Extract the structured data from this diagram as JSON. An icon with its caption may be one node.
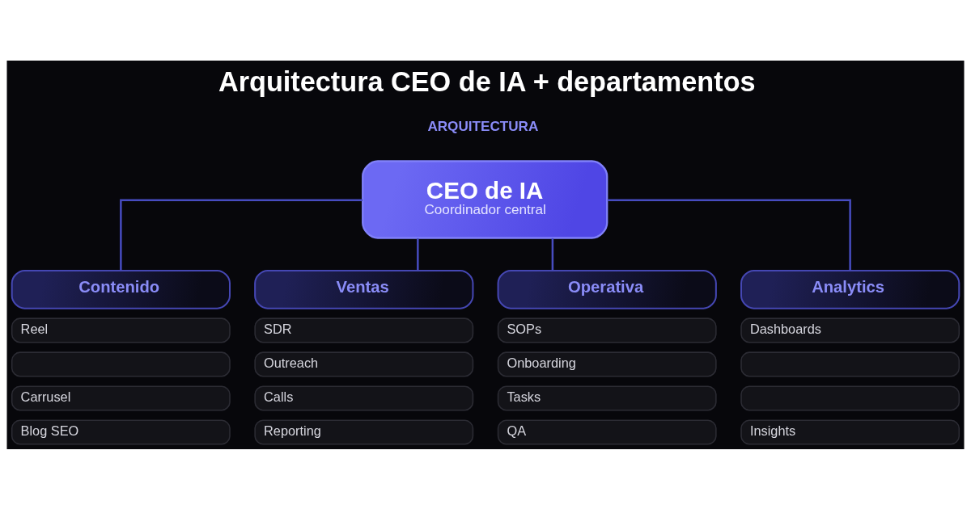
{
  "diagram": {
    "title": "Arquitectura CEO de IA + departamentos",
    "nodes": [
      {
        "text": [
          "CEO de IA",
          "Coordinador central"
        ]
      },
      {
        "text": [
          "Contenido"
        ]
      },
      {
        "text": [
          "Ventas"
        ]
      },
      {
        "text": [
          "Operativa"
        ]
      },
      {
        "text": [
          "Analytics"
        ]
      },
      {
        "text": [
          "Reel"
        ]
      },
      {
        "text": [],
        "shape": "box"
      },
      {
        "text": [
          "Carrusel"
        ]
      },
      {
        "text": [
          "Blog SEO"
        ]
      },
      {
        "text": [
          "SDR"
        ]
      },
      {
        "text": [
          "Outreach"
        ]
      },
      {
        "text": [
          "Calls"
        ]
      },
      {
        "text": [
          "Reporting"
        ]
      },
      {
        "text": [
          "SOPs"
        ]
      },
      {
        "text": [
          "Onboarding"
        ]
      },
      {
        "text": [
          "Tasks"
        ]
      },
      {
        "text": [
          "QA"
        ]
      },
      {
        "text": [
          "Dashboards"
        ]
      },
      {
        "text": [],
        "shape": "box"
      },
      {
        "text": [],
        "shape": "box"
      },
      {
        "text": [
          "Insights"
        ]
      }
    ],
    "edges": [
      {
        "from": 0,
        "to": 1,
        "arrow": "none"
      },
      {
        "from": 0,
        "to": 2,
        "arrow": "none"
      },
      {
        "from": 0,
        "to": 3,
        "arrow": "none"
      },
      {
        "from": 0,
        "to": 4,
        "arrow": "none"
      }
    ],
    "labels": [
      "ARQUITECTURA"
    ]
  }
}
